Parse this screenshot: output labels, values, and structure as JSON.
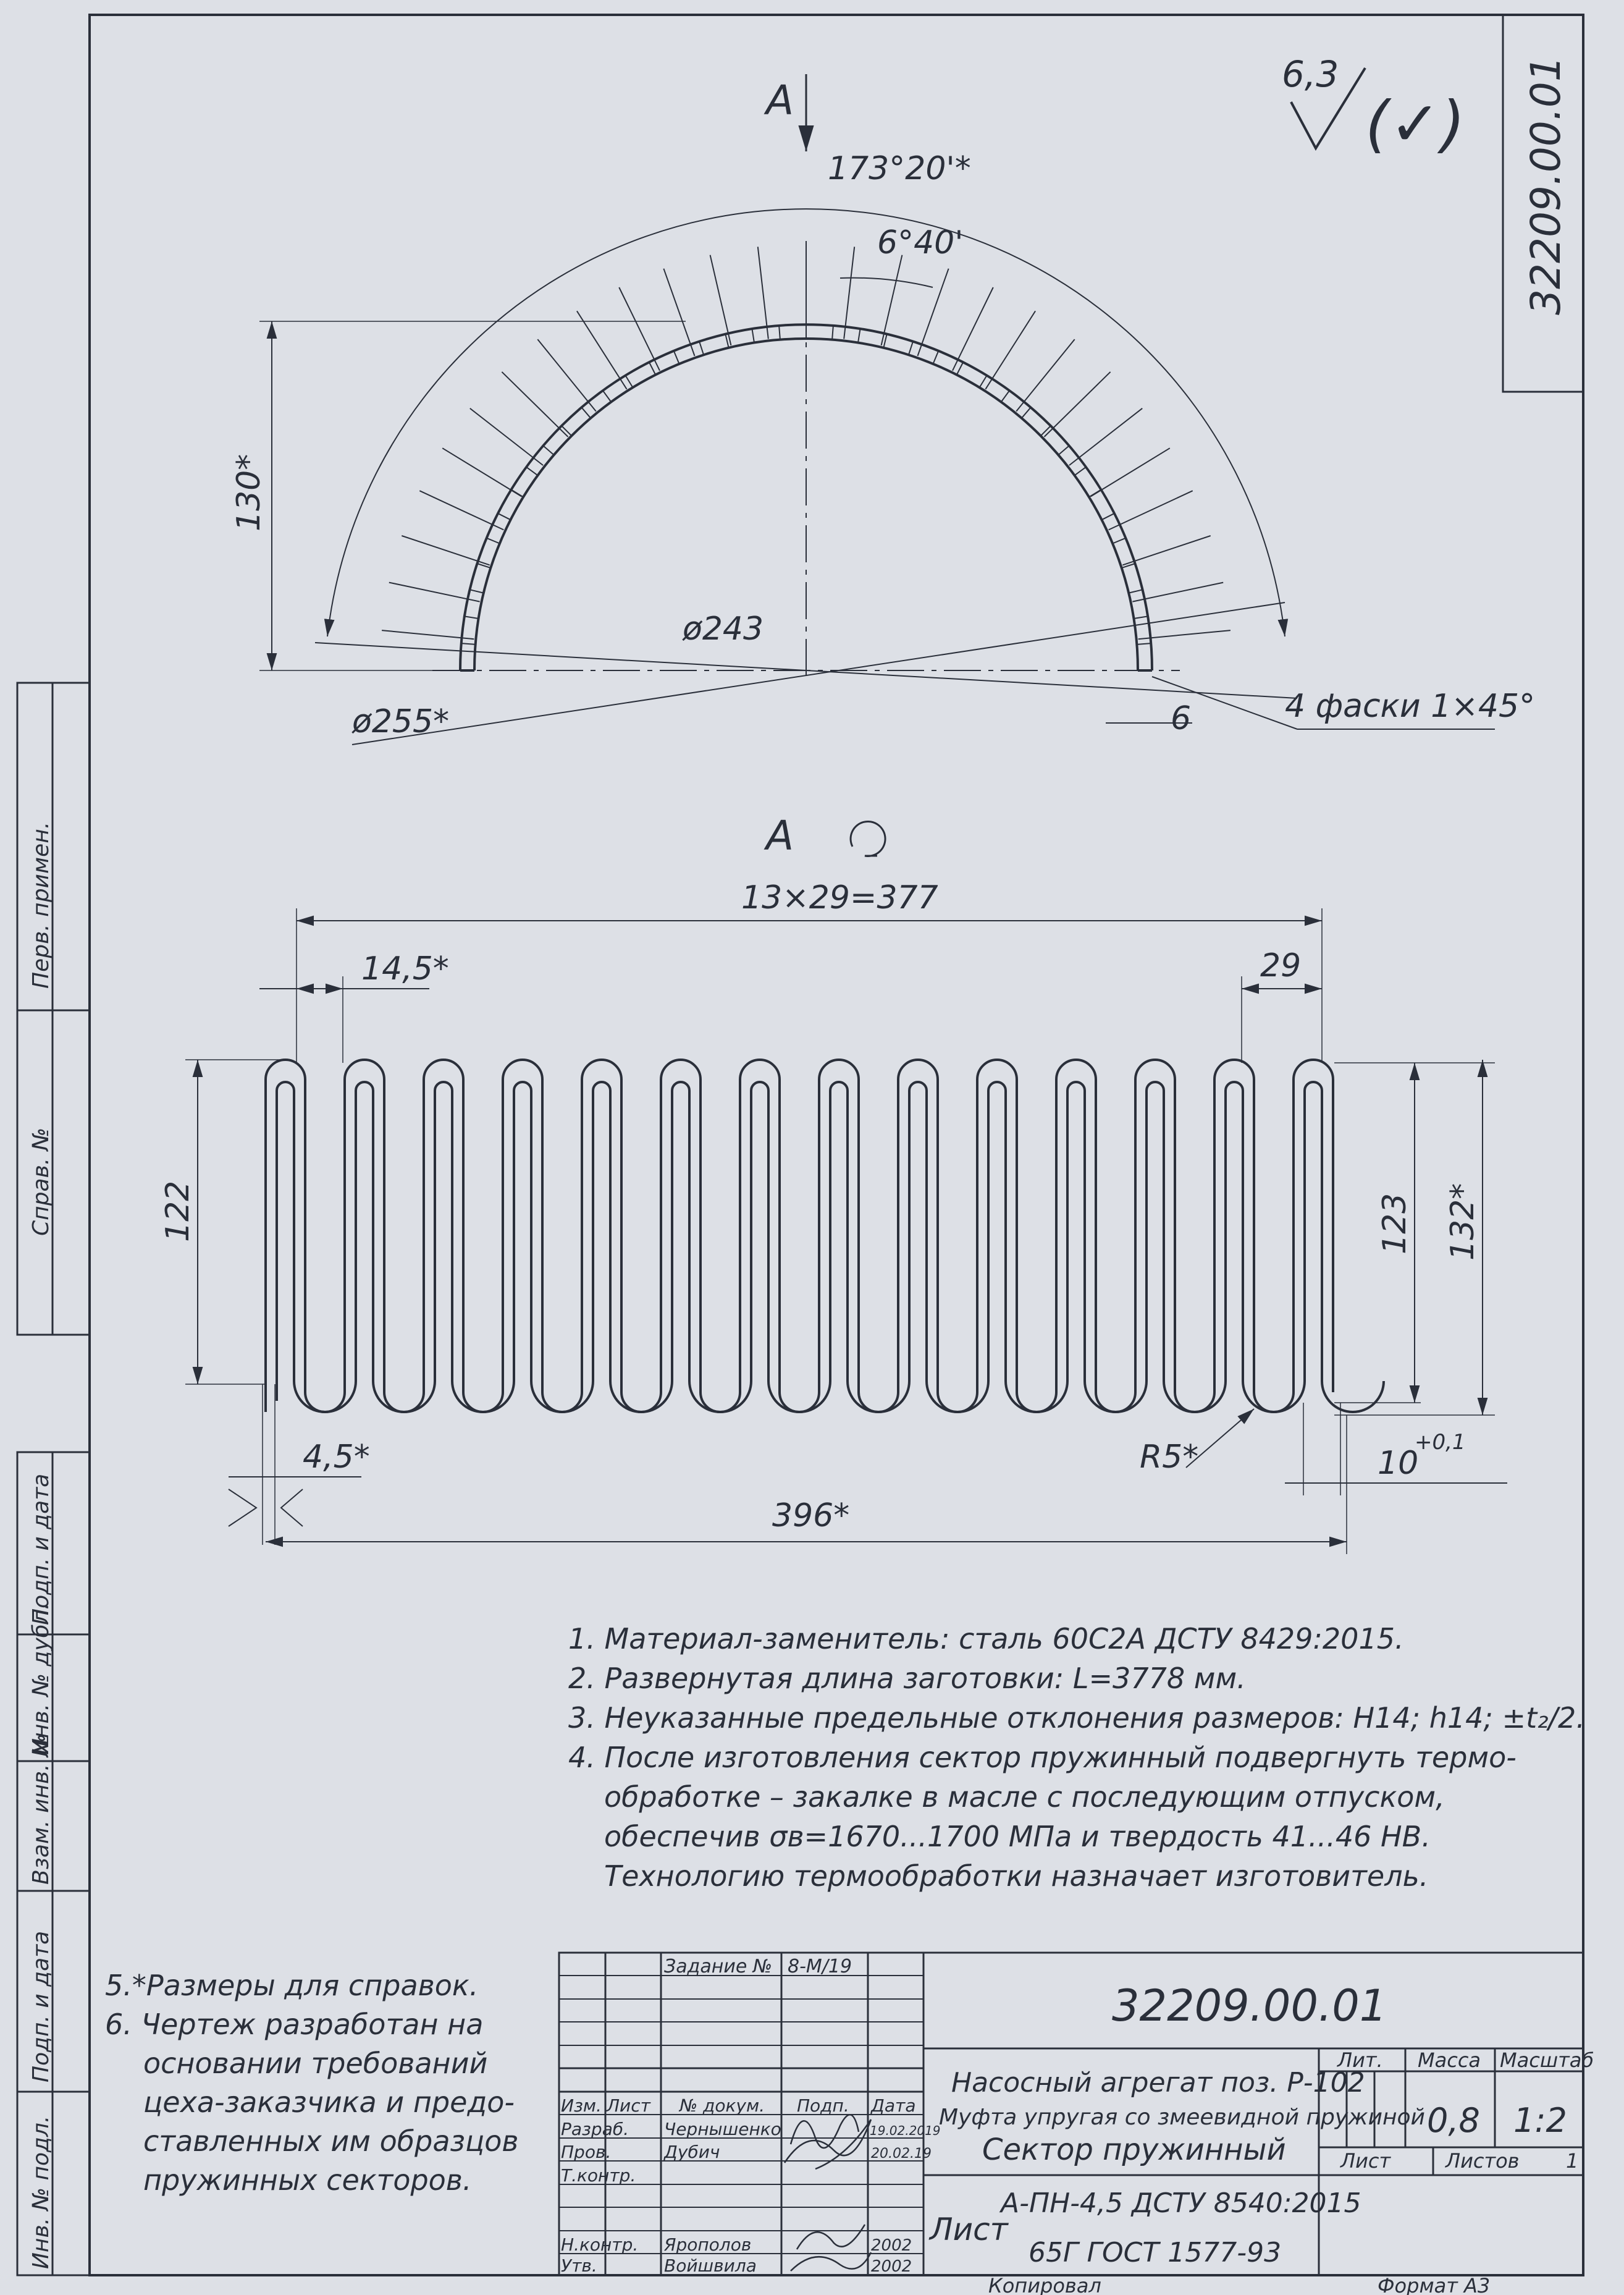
{
  "document_code": "32209.00.01",
  "corner_code": "32209.00.01",
  "roughness": {
    "value": "6,3",
    "symbol": "(✓)"
  },
  "view_labels": {
    "top_view": "А",
    "section_view": "А"
  },
  "dimensions": {
    "angle_total": "173°20'*",
    "angle_step": "6°40'",
    "height_130": "130*",
    "dia_243": "ø243",
    "dia_255": "ø255*",
    "dim_6": "6",
    "chamfer": "4 фаски 1×45°",
    "span": "13×29=377",
    "pitch_half": "14,5*",
    "pitch": "29",
    "h_122": "122",
    "h_123": "123",
    "h_132": "132*",
    "wire": "4,5*",
    "radius": "R5*",
    "tol_10": "10",
    "tol_10_sup": "+0,1",
    "length": "396*"
  },
  "notes": [
    "1. Материал-заменитель: сталь 60С2А  ДСТУ 8429:2015.",
    "2. Развернутая длина заготовки: L=3778 мм.",
    "3. Неуказанные предельные отклонения размеров: Н14; h14; ±t₂/2.",
    "4. После изготовления сектор пружинный подвергнуть термо-",
    "обработке – закалке в масле с последующим отпуском,",
    "обеспечив σв=1670...1700 МПа и твердость 41...46 HB.",
    "Технологию термообработки назначает изготовитель."
  ],
  "ref_notes": [
    "5.*Размеры для справок.",
    "6. Чертеж разработан на",
    "основании требований",
    "цеха-заказчика и предо-",
    "ставленных им образцов",
    "пружинных секторов."
  ],
  "side_labels": {
    "first_use": "Перв. примен.",
    "ref_no": "Справ. №",
    "sign_date_1": "Подп. и дата",
    "dup_inv": "Инв. № дубл.",
    "replace_inv": "Взам. инв. №",
    "sign_date_2": "Подп. и дата",
    "orig_inv": "Инв. № подл."
  },
  "title_block": {
    "task_label": "Задание №",
    "task_value": "8-М/19",
    "hdr_change": "Изм.",
    "hdr_sheet": "Лист",
    "hdr_docnum": "№ докум.",
    "hdr_sign": "Подп.",
    "hdr_date": "Дата",
    "row_develop": "Разраб.",
    "row_develop_name": "Чернышенко",
    "row_develop_date": "19.02.2019",
    "row_check": "Пров.",
    "row_check_name": "Дубич",
    "row_check_date": "20.02.19",
    "row_tcontrol": "Т.контр.",
    "row_ncontrol": "Н.контр.",
    "row_ncontrol_name": "Ярополов",
    "row_ncontrol_date": "2002",
    "row_approve": "Утв.",
    "row_approve_name": "Войшвила",
    "row_approve_date": "2002",
    "title_line1": "Насосный агрегат поз. Р-102",
    "title_line2": "Муфта упругая со змеевидной пружиной",
    "title_line3": "Сектор пружинный",
    "lit_label": "Лит.",
    "mass_label": "Масса",
    "scale_label": "Масштаб",
    "mass_value": "0,8",
    "scale_value": "1:2",
    "sheet_label": "Лист",
    "sheets_label": "Листов",
    "sheets_value": "1",
    "material_prefix": "Лист",
    "material_line1": "А-ПН-4,5  ДСТУ 8540:2015",
    "material_line2": "65Г  ГОСТ 1577-93",
    "copied": "Копировал",
    "format": "Формат   А3"
  }
}
